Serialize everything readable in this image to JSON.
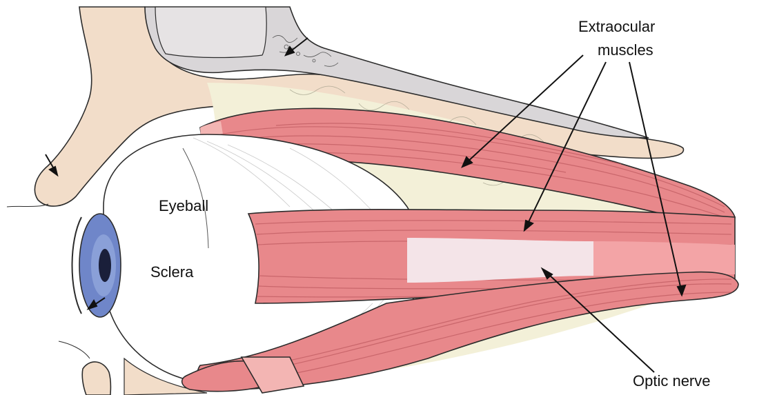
{
  "labels": {
    "extraocular_line1": "Extraocular",
    "extraocular_line2": "muscles",
    "eyeball": "Eyeball",
    "sclera": "Sclera",
    "optic_nerve": "Optic nerve"
  },
  "colors": {
    "background": "#ffffff",
    "bone": "#f2ddc9",
    "bone_inner": "#d9d6d8",
    "fat": "#f3f0d8",
    "muscle": "#e8888b",
    "muscle_light": "#f3b5b3",
    "sclera": "#ffffff",
    "iris": "#6f86c9",
    "pupil": "#1a1f3a",
    "nerve": "#f4e4e8",
    "ink": "#111111"
  }
}
